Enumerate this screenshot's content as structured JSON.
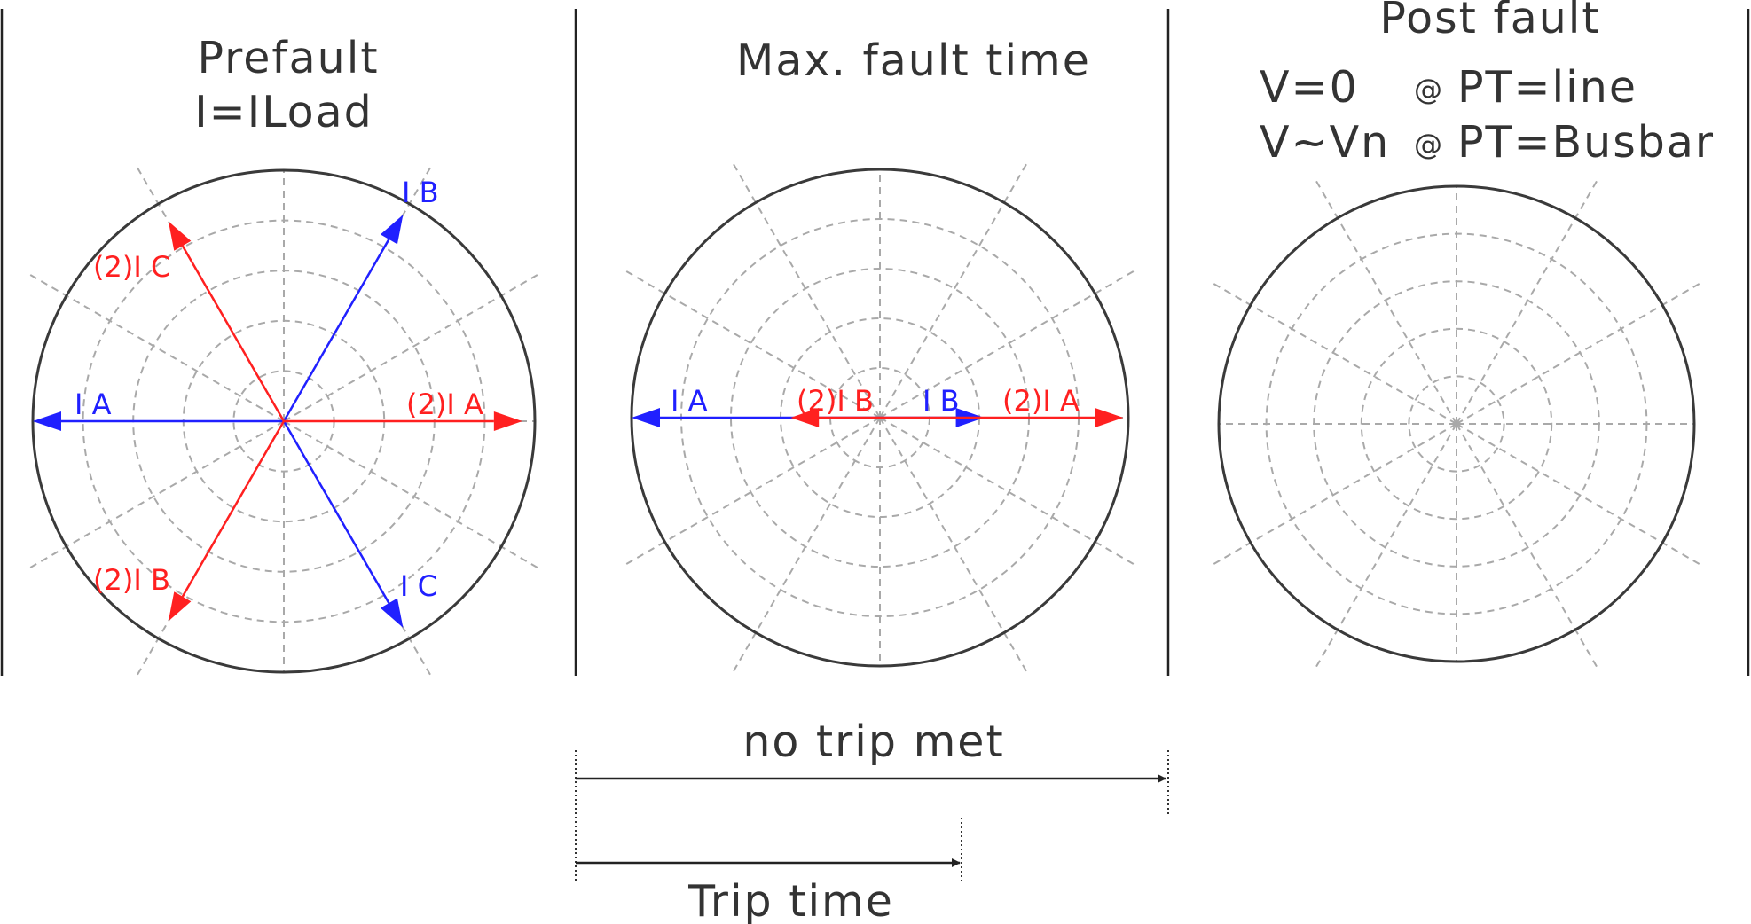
{
  "panels": [
    {
      "title_lines": [
        "Prefault",
        "I=ILoad"
      ],
      "phasors": [
        {
          "label": "I A",
          "color": "#2020ff",
          "angle_deg": 180,
          "magnitude": 1.0
        },
        {
          "label": "I B",
          "color": "#2020ff",
          "angle_deg": 60,
          "magnitude": 0.95
        },
        {
          "label": "I C",
          "color": "#2020ff",
          "angle_deg": -60,
          "magnitude": 0.95
        },
        {
          "label": "(2)I A",
          "color": "#ff2020",
          "angle_deg": 0,
          "magnitude": 0.95
        },
        {
          "label": "(2)I B",
          "color": "#ff2020",
          "angle_deg": -120,
          "magnitude": 0.92
        },
        {
          "label": "(2)I C",
          "color": "#ff2020",
          "angle_deg": 120,
          "magnitude": 0.92
        }
      ]
    },
    {
      "title_lines": [
        "Max. fault time"
      ],
      "phasors": [
        {
          "label": "I A",
          "color": "#2020ff",
          "angle_deg": 180,
          "magnitude": 1.0
        },
        {
          "label": "(2)I B",
          "color": "#ff2020",
          "angle_deg": 180,
          "magnitude": 0.36
        },
        {
          "label": "I B",
          "color": "#2020ff",
          "angle_deg": 0,
          "magnitude": 0.42
        },
        {
          "label": "(2)I A",
          "color": "#ff2020",
          "angle_deg": 0,
          "magnitude": 0.98
        }
      ]
    },
    {
      "title_lines": [
        "Post fault"
      ],
      "rows": [
        {
          "v": "V=0",
          "at": "@",
          "pt": "PT=line"
        },
        {
          "v": "V~Vn",
          "at": "@",
          "pt": "PT=Busbar"
        }
      ],
      "phasors": []
    }
  ],
  "timeline": {
    "no_trip_label": "no trip met",
    "trip_label": "Trip time"
  },
  "colors": {
    "blue": "#2020ff",
    "red": "#ff2020",
    "outline": "#3a3a3a",
    "grid": "#a9a9a9",
    "text": "#333333"
  }
}
